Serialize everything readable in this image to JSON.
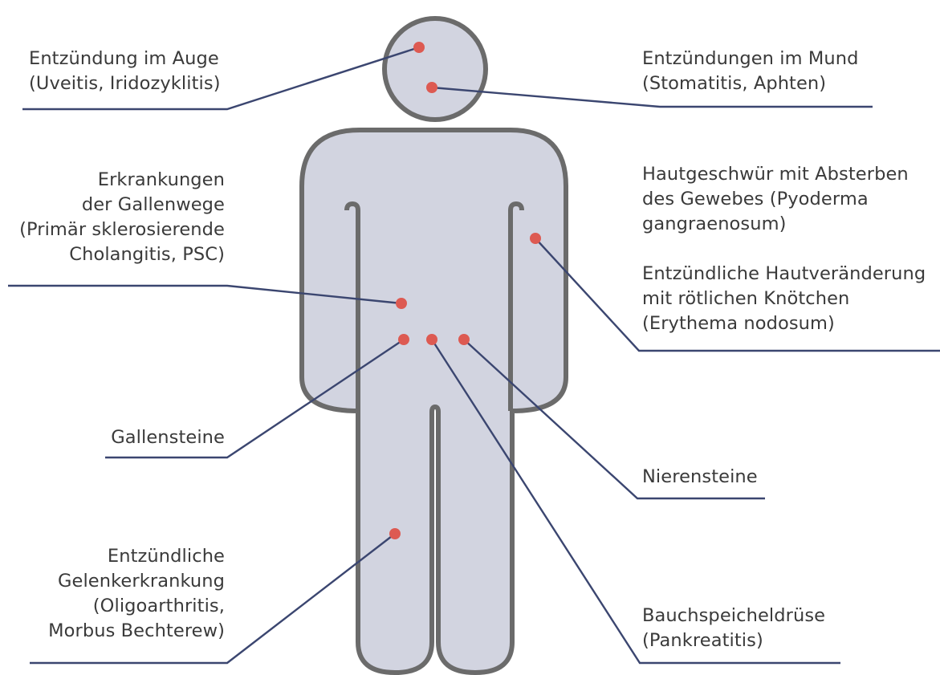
{
  "colors": {
    "body_fill": "#d2d4e0",
    "body_stroke": "#6b6b6b",
    "marker": "#dd5a52",
    "leader_line": "#3b4670",
    "text": "#3a3a3a"
  },
  "labels": {
    "eye": [
      "Entzündung im Auge",
      "(Uveitis, Iridozyklitis)"
    ],
    "mouth": [
      "Entzündungen im Mund",
      "(Stomatitis, Aphten)"
    ],
    "bile": [
      "Erkrankungen",
      "der Gallenwege",
      "(Primär sklerosierende",
      "Cholangitis, PSC)"
    ],
    "pyoderma": [
      "Hautgeschwür mit Absterben",
      "des Gewebes (Pyoderma",
      "gangraenosum)"
    ],
    "erythema": [
      "Entzündliche Hautveränderung",
      "mit rötlichen Knötchen",
      "(Erythema nodosum)"
    ],
    "gallstones": [
      "Gallensteine"
    ],
    "kidneystones": [
      "Nierensteine"
    ],
    "joint": [
      "Entzündliche",
      "Gelenkerkrankung",
      "(Oligoarthritis,",
      "Morbus Bechterew)"
    ],
    "pancreas": [
      "Bauchspeicheldrüse",
      "(Pankreatitis)"
    ]
  }
}
